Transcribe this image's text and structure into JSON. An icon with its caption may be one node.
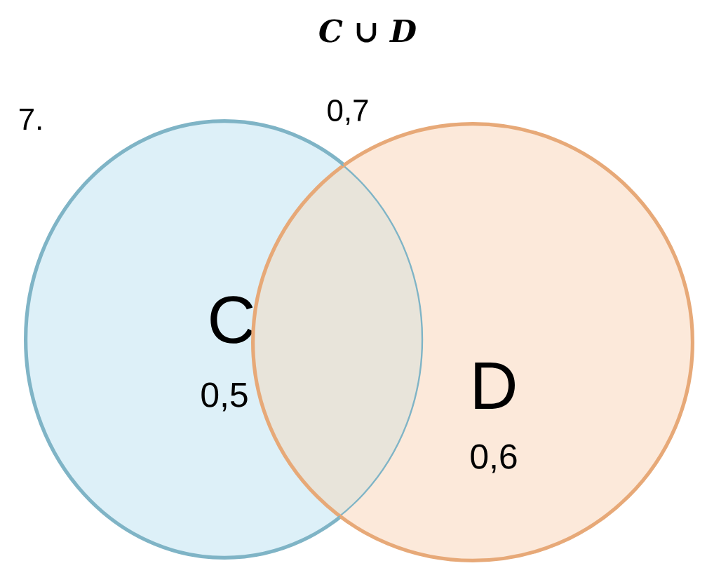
{
  "diagram": {
    "title": "C ∪ D",
    "nodes": [
      {
        "text": [
          "C",
          "0,5"
        ]
      },
      {
        "text": [
          "D",
          "0,6"
        ]
      }
    ],
    "labels": [
      "7.",
      "0,7"
    ]
  }
}
